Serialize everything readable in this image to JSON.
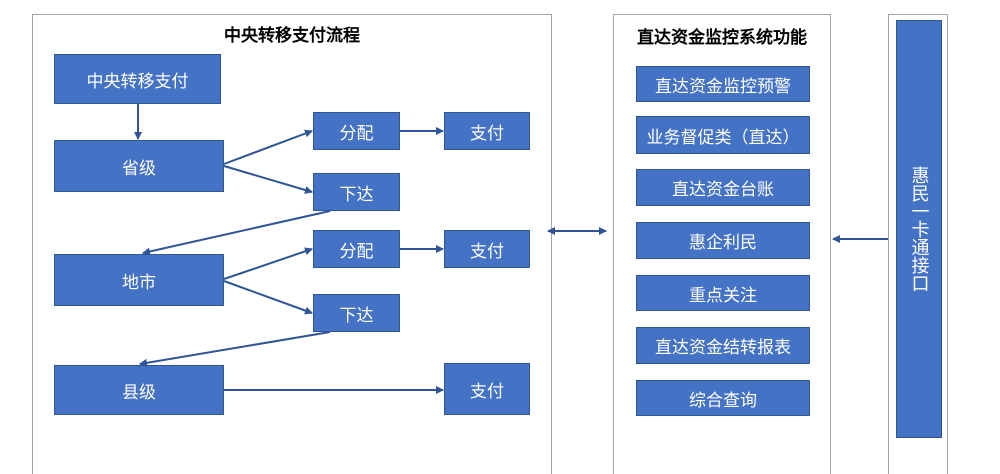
{
  "left_panel": {
    "title": "中央转移支付流程",
    "nodes": {
      "central": "中央转移支付",
      "province": "省级",
      "city": "地市",
      "county": "县级",
      "allocate_1": "分配",
      "pay_1": "支付",
      "issue_1": "下达",
      "allocate_2": "分配",
      "pay_2": "支付",
      "issue_2": "下达",
      "pay_3": "支付"
    }
  },
  "middle_panel": {
    "title": "直达资金监控系统功能",
    "items": [
      "直达资金监控预警",
      "业务督促类（直达）",
      "直达资金台账",
      "惠企利民",
      "重点关注",
      "直达资金结转报表",
      "综合查询"
    ]
  },
  "right_panel": {
    "label": "惠民一卡通接口"
  },
  "colors": {
    "box_fill": "#4472c4",
    "box_border": "#2f5597",
    "arrow": "#2f5597",
    "panel_border": "#a6a6a6"
  }
}
